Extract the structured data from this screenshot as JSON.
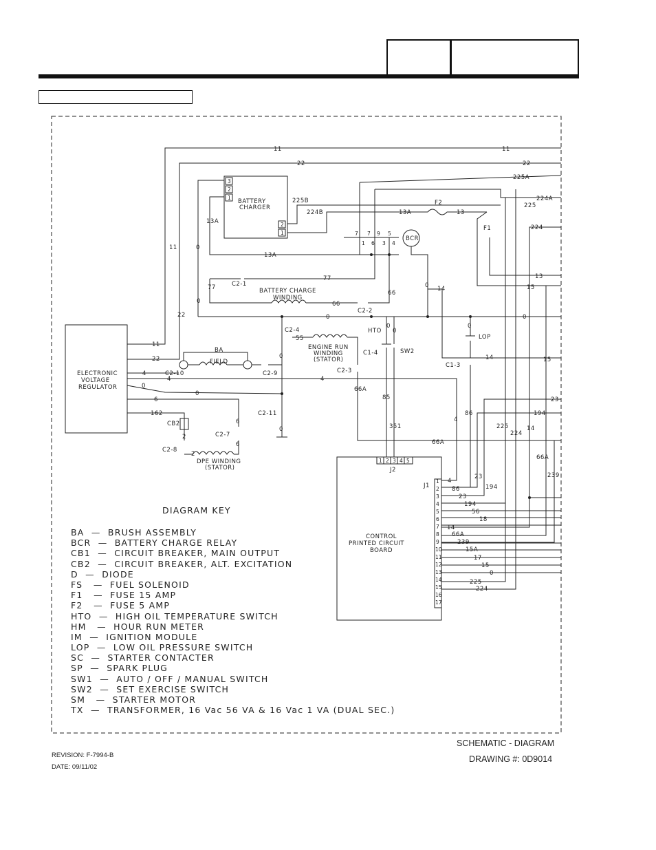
{
  "diagram": {
    "wire_labels": [
      "11",
      "22",
      "225A",
      "224A",
      "225",
      "224",
      "225B",
      "224B",
      "13A",
      "F2",
      "13",
      "F1",
      "13A",
      "13",
      "0",
      "15",
      "77",
      "77",
      "C2-1",
      "66",
      "66",
      "C2-2",
      "0",
      "0",
      "HTO",
      "LOP",
      "C2-4",
      "55",
      "14",
      "C2-3",
      "C1-4",
      "SW2",
      "C1-3",
      "15",
      "11",
      "22",
      "4",
      "C2-10",
      "BA",
      "FIELD",
      "C2-9",
      "0",
      "4",
      "4",
      "0",
      "0",
      "6",
      "162",
      "CB2",
      "2",
      "C2-8",
      "2",
      "6",
      "C2-7",
      "6",
      "C2-11",
      "0",
      "66A",
      "85",
      "86",
      "351",
      "4",
      "66A",
      "23",
      "194",
      "225",
      "224",
      "14",
      "66A",
      "239",
      "J2",
      "J1",
      "4",
      "86",
      "23",
      "23",
      "194",
      "194",
      "56",
      "18",
      "14",
      "66A",
      "239",
      "15A",
      "17",
      "15",
      "0",
      "225",
      "224",
      "11",
      "22",
      "13A",
      "0",
      "0",
      "0",
      "0"
    ],
    "components": {
      "battery_charger": [
        "BATTERY",
        "CHARGER"
      ],
      "bcr": "BCR",
      "relay_contacts": [
        "7",
        "7",
        "9",
        "5",
        "1",
        "6",
        "3",
        "4"
      ],
      "battery_charge_winding": [
        "BATTERY CHARGE",
        "WINDING"
      ],
      "engine_run_winding": [
        "ENGINE RUN",
        "WINDING",
        "(STATOR)"
      ],
      "dpe_winding": [
        "DPE WINDING",
        "(STATOR)"
      ],
      "evr": [
        "ELECTRONIC",
        "VOLTAGE",
        "REGULATOR"
      ],
      "pcb": [
        "CONTROL",
        "PRINTED CIRCUIT",
        "BOARD"
      ],
      "charger_pins_top": [
        "3",
        "2",
        "1"
      ],
      "charger_pins_side": [
        "2",
        "1"
      ],
      "j2_pins": [
        "1",
        "2",
        "3",
        "4",
        "5"
      ],
      "j1_pins": [
        "1",
        "2",
        "3",
        "4",
        "5",
        "6",
        "7",
        "8",
        "9",
        "10",
        "11",
        "12",
        "13",
        "14",
        "15",
        "16",
        "17"
      ]
    }
  },
  "key": {
    "title": "DIAGRAM KEY",
    "items": [
      "BA  —  BRUSH ASSEMBLY",
      "BCR  —  BATTERY CHARGE RELAY",
      "CB1  —  CIRCUIT BREAKER, MAIN OUTPUT",
      "CB2  —  CIRCUIT BREAKER, ALT. EXCITATION",
      "D  —  DIODE",
      "FS   —  FUEL SOLENOID",
      "F1   —  FUSE 15 AMP",
      "F2   —  FUSE 5 AMP",
      "HTO  —  HIGH OIL TEMPERATURE SWITCH",
      "HM   —  HOUR RUN METER",
      "IM  —  IGNITION MODULE",
      "LOP  —  LOW OIL PRESSURE SWITCH",
      "SC  —  STARTER CONTACTER",
      "SP  —  SPARK PLUG",
      "SW1  —  AUTO / OFF / MANUAL SWITCH",
      "SW2  —  SET EXERCISE SWITCH",
      "SM   —  STARTER MOTOR",
      "TX  —  TRANSFORMER, 16 Vac 56 VA & 16 Vac 1 VA (DUAL SEC.)"
    ]
  },
  "footer": {
    "title": "SCHEMATIC - DIAGRAM",
    "drawing": "DRAWING #: 0D9014",
    "revision": "REVISION: F-7994-B",
    "date": "DATE: 09/11/02"
  }
}
